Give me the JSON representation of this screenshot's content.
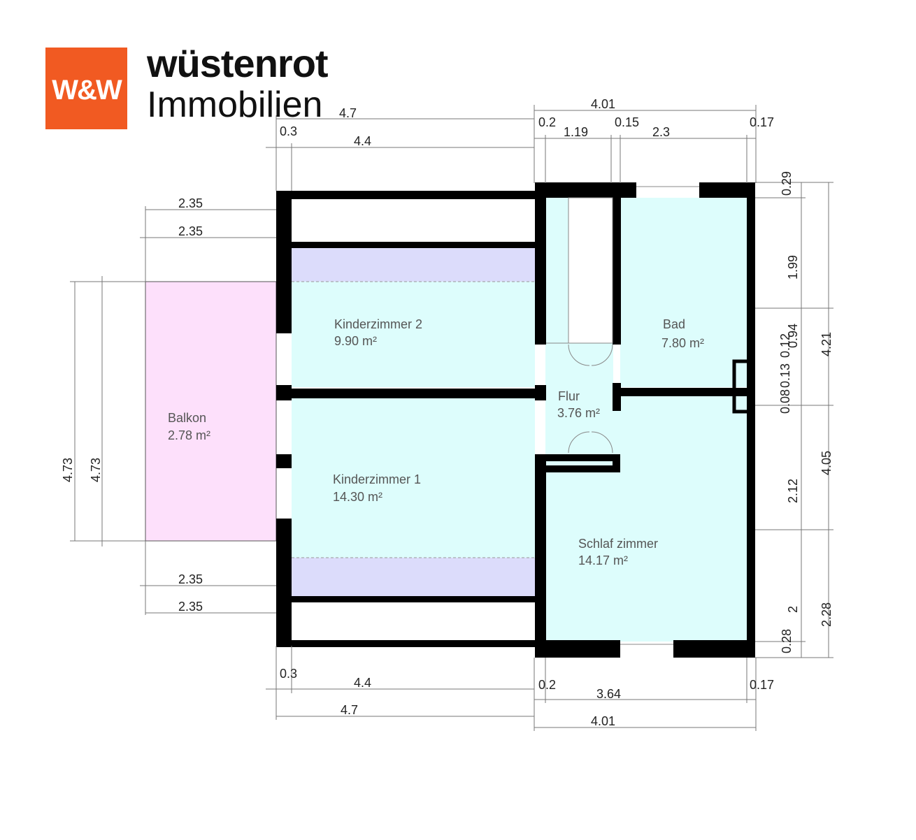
{
  "logo": {
    "mark": "W&W",
    "name": "wüstenrot",
    "subtitle": "Immobilien"
  },
  "rooms": {
    "kinder2": {
      "name": "Kinderzimmer 2",
      "area": "9.90 m²"
    },
    "kinder1": {
      "name": "Kinderzimmer 1",
      "area": "14.30 m²"
    },
    "bad": {
      "name": "Bad",
      "area": "7.80 m²"
    },
    "flur": {
      "name": "Flur",
      "area": "3.76 m²"
    },
    "schlaf": {
      "name": "Schlaf zimmer",
      "area": "14.17 m²"
    },
    "balkon": {
      "name": "Balkon",
      "area": "2.78 m²"
    }
  },
  "dims": {
    "top_total_right": "4.01",
    "top_total_left": "4.7",
    "top_l_wall": "0.3",
    "top_l_inner": "4.4",
    "top_r_wall_l": "0.2",
    "top_r_flur": "1.19",
    "top_r_wall_m": "0.15",
    "top_r_bad": "2.3",
    "top_r_wall_r": "0.17",
    "balkon_top_1": "2.35",
    "balkon_top_2": "2.35",
    "balkon_bot_1": "2.35",
    "balkon_bot_2": "2.35",
    "balkon_h_1": "4.73",
    "balkon_h_2": "4.73",
    "right_029": "0.29",
    "right_199": "1.99",
    "right_094": "0.94",
    "right_stack": "0.12",
    "right_stack2": "0.13",
    "right_stack3": "0.08",
    "right_421": "4.21",
    "right_405": "4.05",
    "right_212": "2.12",
    "right_2": "2",
    "right_228": "2.28",
    "right_028": "0.28",
    "bot_l_wall": "0.3",
    "bot_l_inner": "4.4",
    "bot_l_total": "4.7",
    "bot_r_wall_l": "0.2",
    "bot_r_inner": "3.64",
    "bot_r_wall_r": "0.17",
    "bot_r_total": "4.01"
  },
  "colors": {
    "room_fill": "#ddfdfc",
    "slope_fill": "#dcdcfb",
    "balkon_fill": "#fde0fb",
    "brand": "#f15a22"
  }
}
